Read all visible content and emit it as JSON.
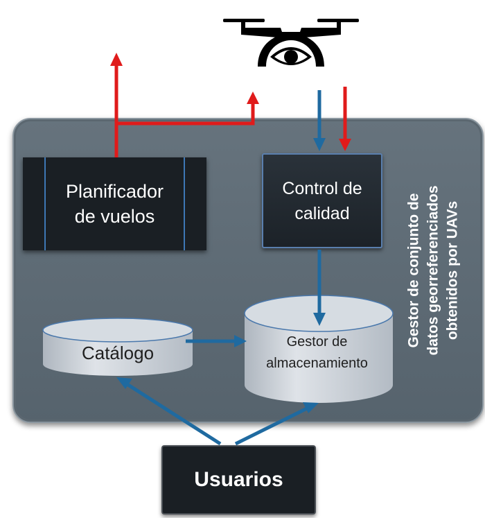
{
  "diagram": {
    "drone_icon": "drone-with-camera-icon",
    "planner": {
      "line1": "Planificador",
      "line2": "de vuelos"
    },
    "quality_control": {
      "line1": "Control de",
      "line2": "calidad"
    },
    "catalog": {
      "label": "Catálogo"
    },
    "storage": {
      "line1": "Gestor de",
      "line2": "almacenamiento"
    },
    "users": {
      "label": "Usuarios"
    },
    "system_label": {
      "line1": "Gestor de conjunto de",
      "line2": "datos georreferenciados",
      "line3": "obtenidos por UAVs"
    },
    "colors": {
      "panel": "#5e6b75",
      "dark_box": "#1a1f24",
      "cylinder": "#d2d7dd",
      "data_arrow": "#1f6aa0",
      "control_arrow": "#e01b1b"
    }
  }
}
